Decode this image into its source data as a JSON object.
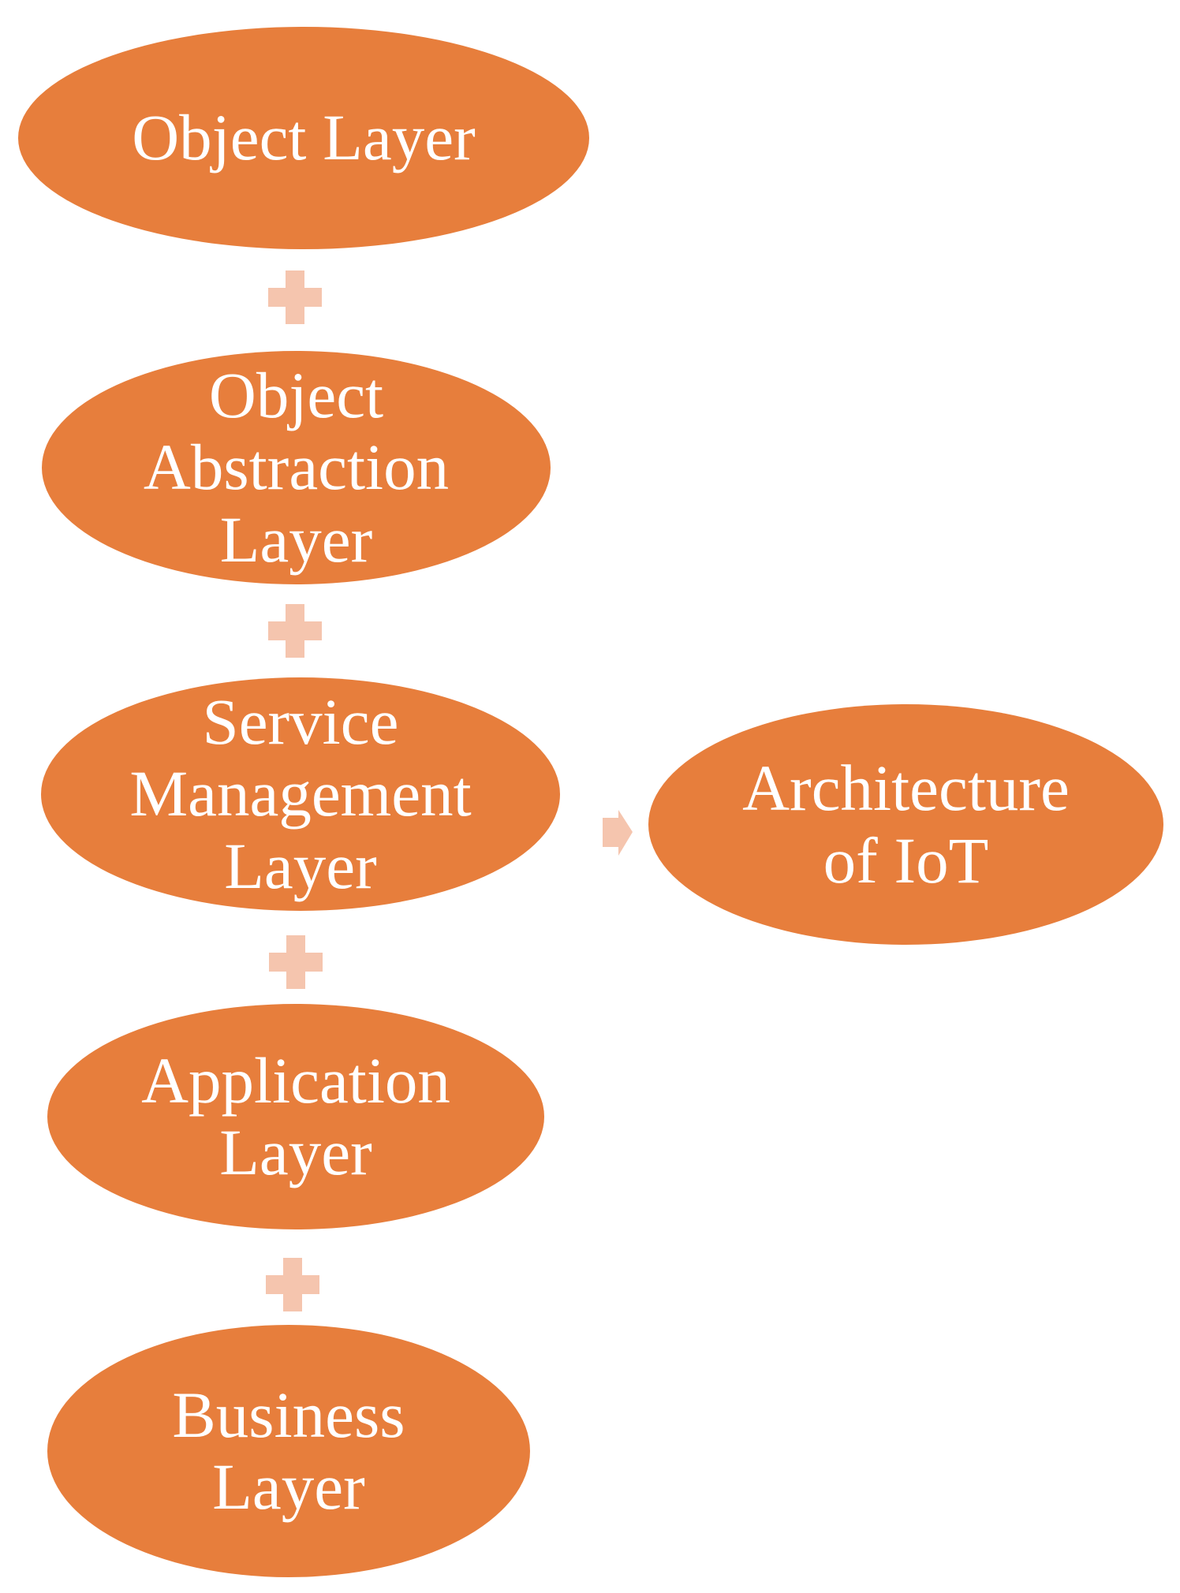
{
  "diagram": {
    "type": "stacked-process-to-result",
    "colors": {
      "shape_fill": "#E77E3C",
      "connector_fill": "#F5C5AE",
      "label_text": "#FFFFFF",
      "page_bg": "#FFFFFF"
    },
    "layers": [
      {
        "label": "Object Layer"
      },
      {
        "label": "Object\nAbstraction\nLayer"
      },
      {
        "label": "Service\nManagement\nLayer"
      },
      {
        "label": "Application\nLayer"
      },
      {
        "label": "Business\nLayer"
      }
    ],
    "result": {
      "label": "Architecture\nof IoT"
    },
    "connectors": {
      "plus_icon": "plus",
      "plus_count": 4,
      "arrow_icon": "arrow-right"
    }
  }
}
